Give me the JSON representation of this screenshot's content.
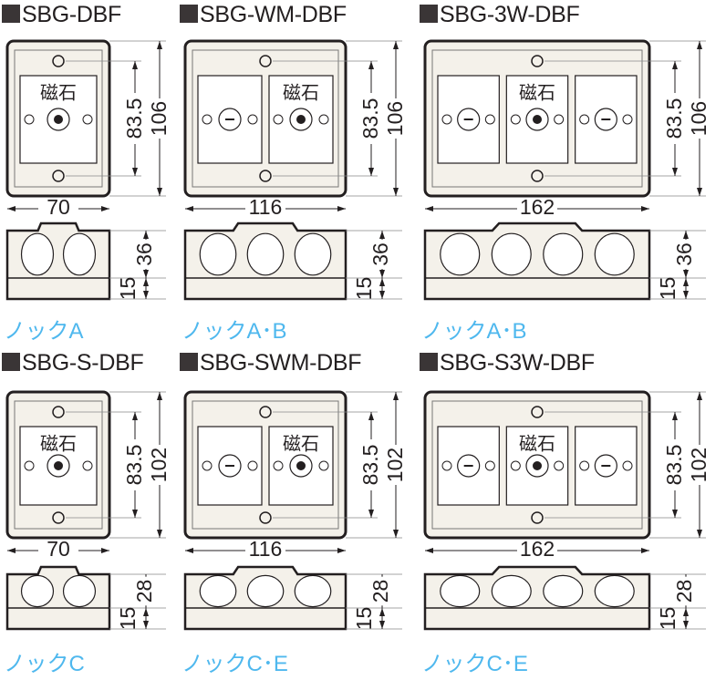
{
  "products": [
    {
      "model": "SBG-DBF",
      "gangs": 1,
      "magnet_label": "磁石",
      "magnet_gang": 0,
      "width": "70",
      "pitch": "83.5",
      "height": "106",
      "depth_upper": "36",
      "depth_lower": "15",
      "knock": "ノックA"
    },
    {
      "model": "SBG-WM-DBF",
      "gangs": 2,
      "magnet_label": "磁石",
      "magnet_gang": 1,
      "width": "116",
      "pitch": "83.5",
      "height": "106",
      "depth_upper": "36",
      "depth_lower": "15",
      "knock": "ノックA･B"
    },
    {
      "model": "SBG-3W-DBF",
      "gangs": 3,
      "magnet_label": "磁石",
      "magnet_gang": 1,
      "width": "162",
      "pitch": "83.5",
      "height": "106",
      "depth_upper": "36",
      "depth_lower": "15",
      "knock": "ノックA･B"
    },
    {
      "model": "SBG-S-DBF",
      "gangs": 1,
      "magnet_label": "磁石",
      "magnet_gang": 0,
      "width": "70",
      "pitch": "83.5",
      "height": "102",
      "depth_upper": "28",
      "depth_lower": "15",
      "knock": "ノックC"
    },
    {
      "model": "SBG-SWM-DBF",
      "gangs": 2,
      "magnet_label": "磁石",
      "magnet_gang": 1,
      "width": "116",
      "pitch": "83.5",
      "height": "102",
      "depth_upper": "28",
      "depth_lower": "15",
      "knock": "ノックC･E"
    },
    {
      "model": "SBG-S3W-DBF",
      "gangs": 3,
      "magnet_label": "磁石",
      "magnet_gang": 1,
      "width": "162",
      "pitch": "83.5",
      "height": "102",
      "depth_upper": "28",
      "depth_lower": "15",
      "knock": "ノックC･E"
    }
  ],
  "colors": {
    "line": "#231f20",
    "fill": "#f4f1ea",
    "knock": "#4fb8ee"
  }
}
